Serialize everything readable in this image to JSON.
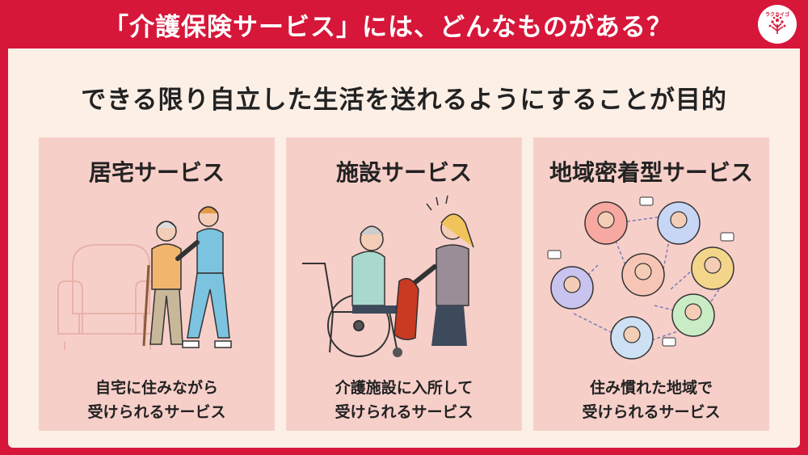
{
  "header": {
    "title": "「介護保険サービス」には、どんなものがある？",
    "logo_text": "ラクカイゴ"
  },
  "subtitle": "できる限り自立した生活を送れるようにすることが目的",
  "cards": [
    {
      "title": "居宅サービス",
      "desc_line1": "自宅に住みながら",
      "desc_line2": "受けられるサービス"
    },
    {
      "title": "施設サービス",
      "desc_line1": "介護施設に入所して",
      "desc_line2": "受けられるサービス"
    },
    {
      "title": "地域密着型サービス",
      "desc_line1": "住み慣れた地域で",
      "desc_line2": "受けられるサービス"
    }
  ],
  "colors": {
    "brand_red": "#d6173a",
    "panel_bg": "#fcefe6",
    "card_bg": "#f7cfc9"
  },
  "icons": [
    "tree-logo-icon",
    "home-care-illustration",
    "facility-care-illustration",
    "community-network-illustration"
  ]
}
